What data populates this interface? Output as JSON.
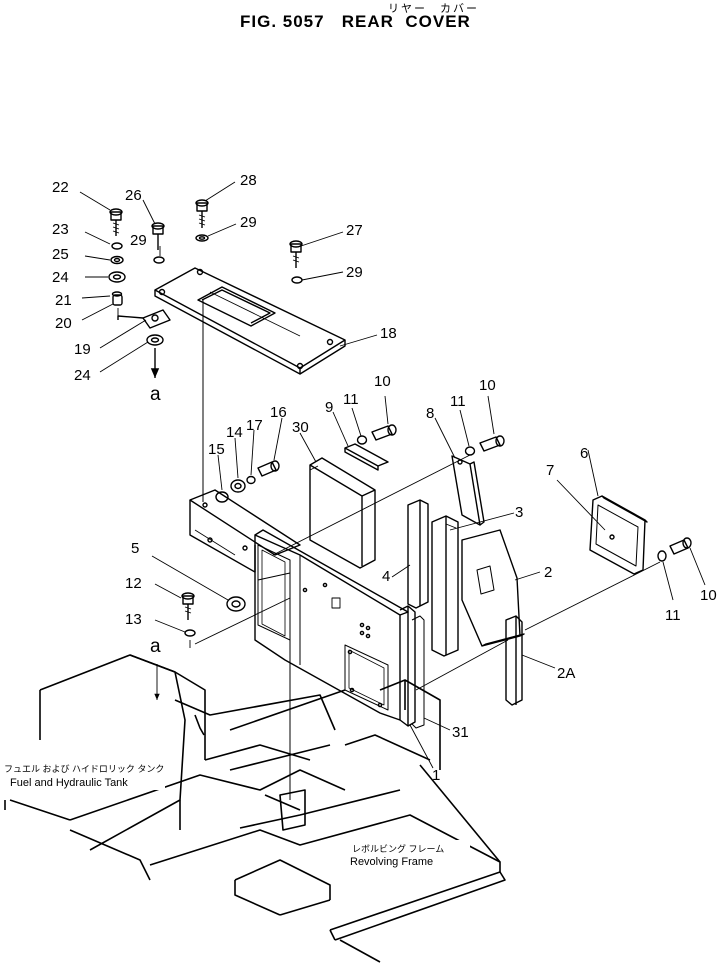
{
  "figure": {
    "kana": "リヤー　カバー",
    "title": "FIG. 5057   REAR  COVER"
  },
  "callouts": {
    "c1": "1",
    "c2": "2",
    "c2a": "2A",
    "c3": "3",
    "c4": "4",
    "c5": "5",
    "c6": "6",
    "c7": "7",
    "c8": "8",
    "c9": "9",
    "c10a": "10",
    "c10b": "10",
    "c10c": "10",
    "c11a": "11",
    "c11b": "11",
    "c11c": "11",
    "c12": "12",
    "c13": "13",
    "c14": "14",
    "c15": "15",
    "c16": "16",
    "c17": "17",
    "c18": "18",
    "c19": "19",
    "c20": "20",
    "c21": "21",
    "c22": "22",
    "c23": "23",
    "c24a": "24",
    "c24b": "24",
    "c25": "25",
    "c26": "26",
    "c27": "27",
    "c28": "28",
    "c29a": "29",
    "c29b": "29",
    "c29c": "29",
    "c30": "30",
    "c31": "31",
    "ref_a1": "a",
    "ref_a2": "a"
  },
  "labels": {
    "tank_jp": "フュエル および ハイドロリック タンク",
    "tank_en": "Fuel and Hydraulic Tank",
    "frame_jp": "レボルビング フレーム",
    "frame_en": "Revolving Frame"
  },
  "colors": {
    "ink": "#000000",
    "paper": "#ffffff"
  }
}
